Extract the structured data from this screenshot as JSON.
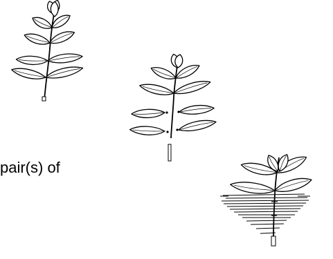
{
  "caption": {
    "text": "pair(s) of"
  },
  "colors": {
    "ink": "#000000",
    "background": "#ffffff"
  },
  "figures": [
    {
      "name": "whole-cutting"
    },
    {
      "name": "trimmed-cutting"
    },
    {
      "name": "planted-cutting"
    }
  ]
}
